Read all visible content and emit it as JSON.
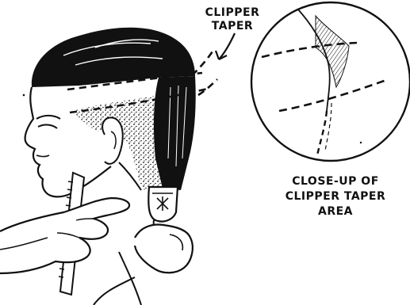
{
  "labels": {
    "clipper_taper": [
      "CLIPPER",
      "TAPER"
    ],
    "closeup": [
      "CLOSE-UP OF",
      "CLIPPER TAPER",
      "AREA"
    ]
  },
  "colors": {
    "ink": "#111111",
    "paper": "#ffffff"
  },
  "icons": [
    "comb-icon",
    "clipper-icon",
    "hand-icon",
    "arrow-icon"
  ]
}
